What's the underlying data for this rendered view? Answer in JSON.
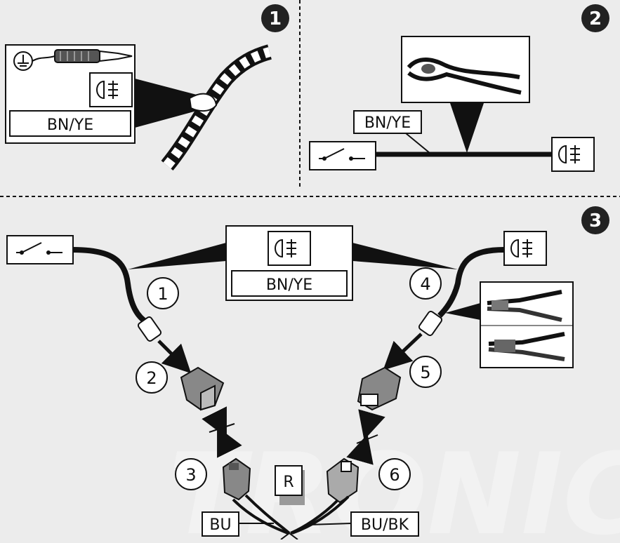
{
  "steps": [
    {
      "number": "1"
    },
    {
      "number": "2"
    },
    {
      "number": "3"
    }
  ],
  "wire_color_label": "BN/YE",
  "callouts": [
    "1",
    "2",
    "3",
    "4",
    "5",
    "6"
  ],
  "relay_label": "R",
  "lead_labels": {
    "left": "BU",
    "right": "BU/BK"
  },
  "icons": [
    "ground-icon",
    "test-lamp-icon",
    "fog-lamp-icon",
    "switch-icon",
    "side-cutter-pliers-icon",
    "wire-stripper-icon",
    "crimping-pliers-icon"
  ],
  "colors": {
    "background": "#ececec",
    "badge": "#222222",
    "line": "#111111"
  }
}
